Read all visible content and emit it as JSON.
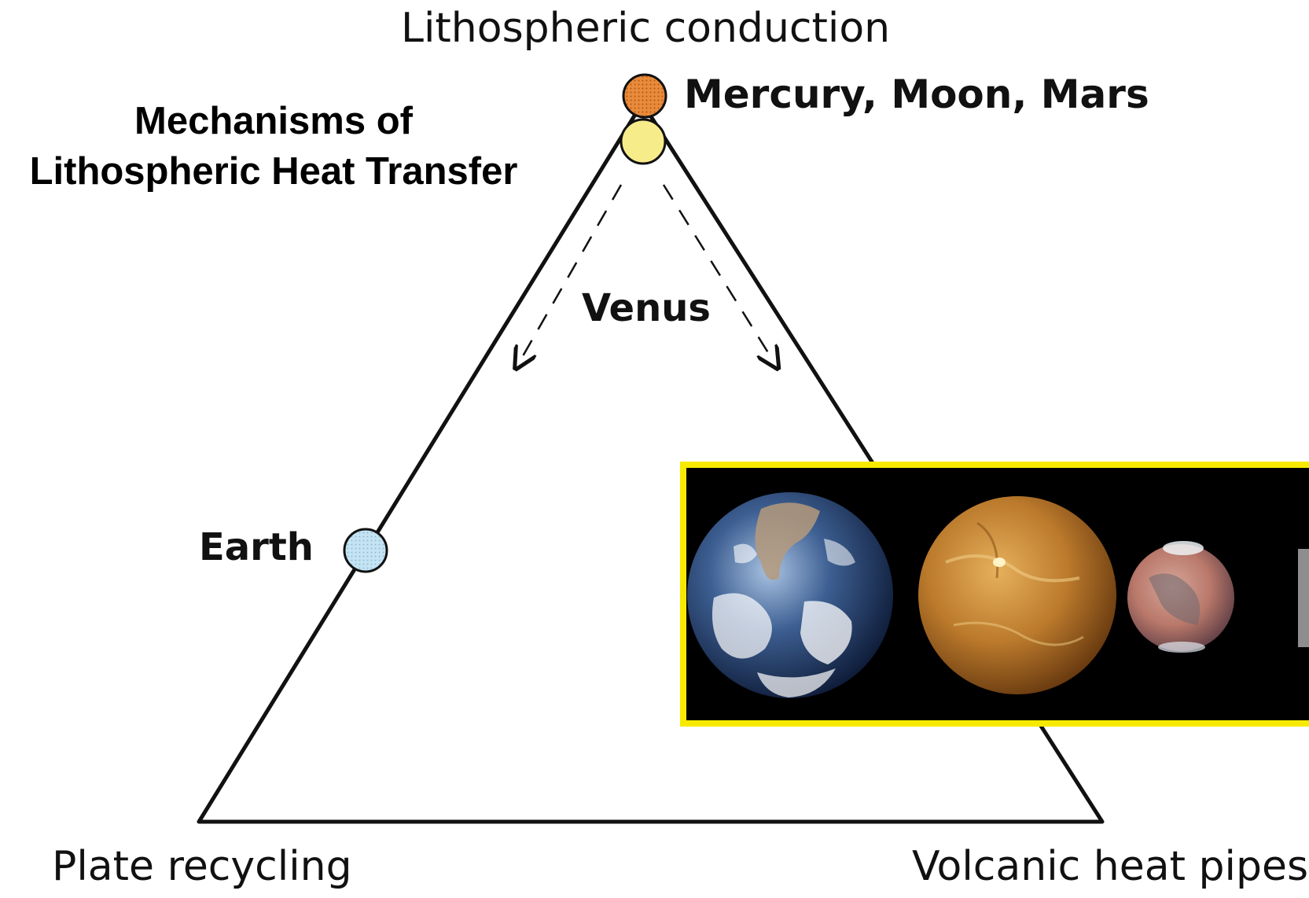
{
  "title": {
    "line1": "Mechanisms of",
    "line2": "Lithospheric Heat Transfer"
  },
  "vertices": {
    "top": "Lithospheric conduction",
    "bottom_left": "Plate recycling",
    "bottom_right": "Volcanic heat pipes"
  },
  "planet_labels": {
    "mercury_moon_mars": "Mercury, Moon, Mars",
    "venus": "Venus",
    "earth": "Earth"
  },
  "colors": {
    "triangle_stroke": "#111111",
    "mercury_marker": "#e07a28",
    "venus_marker": "#f7ec8a",
    "earth_marker": "#b9ddf0",
    "inset_border": "#f7ea00",
    "inset_background": "#000000"
  },
  "inset_images": [
    "earth-globe",
    "venus-globe",
    "mars-globe"
  ]
}
